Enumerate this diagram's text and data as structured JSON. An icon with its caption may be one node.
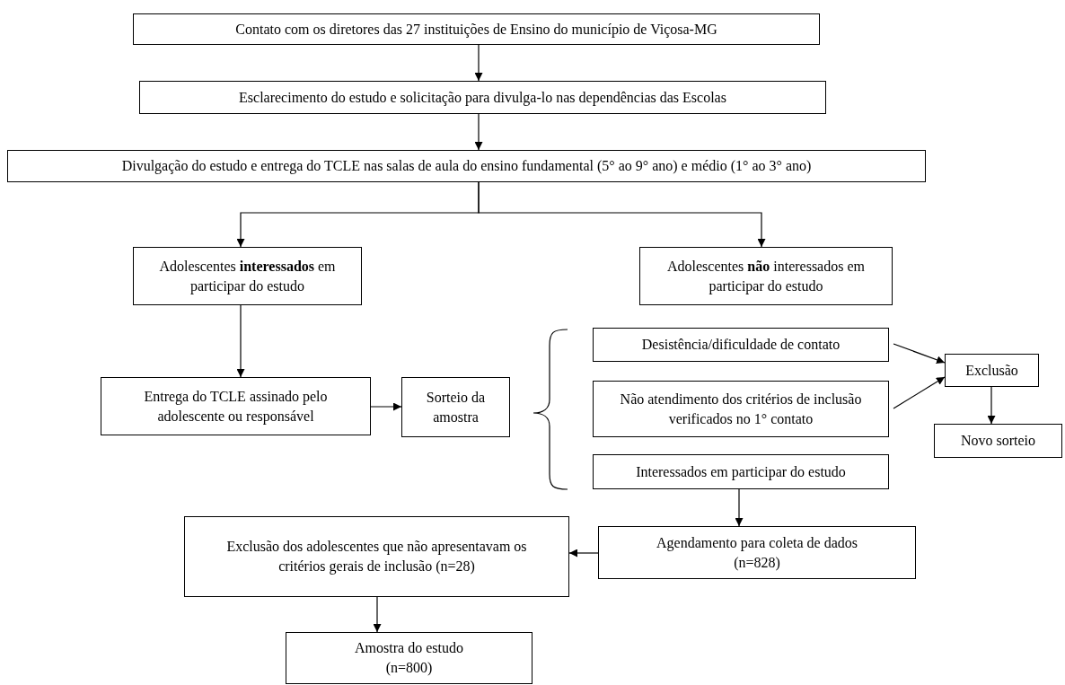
{
  "diagram": {
    "nodes": [
      {
        "text": [
          "Contato com os diretores das 27 instituições de Ensino do município de Viçosa-MG"
        ]
      },
      {
        "text": [
          "Esclarecimento do estudo e solicitação para divulga-lo nas dependências das Escolas"
        ]
      },
      {
        "text": [
          "Divulgação do estudo e entrega do TCLE nas salas de aula do ensino fundamental (5° ao 9° ano) e médio (1° ao 3° ano)"
        ]
      },
      {
        "text": [
          "Adolescentes **interessados** em participar do estudo"
        ]
      },
      {
        "text": [
          "Adolescentes **não** interessados em participar do estudo"
        ]
      },
      {
        "text": [
          "Entrega do TCLE assinado pelo adolescente ou responsável"
        ]
      },
      {
        "text": [
          "Sorteio da amostra"
        ]
      },
      {
        "text": [
          "Desistência/dificuldade de contato"
        ]
      },
      {
        "text": [
          "Não atendimento dos critérios de inclusão verificados no 1° contato"
        ]
      },
      {
        "text": [
          "Interessados em participar do estudo"
        ]
      },
      {
        "text": [
          "Exclusão"
        ]
      },
      {
        "text": [
          "Novo sorteio"
        ]
      },
      {
        "text": [
          "Agendamento para coleta de dados (n=828)"
        ]
      },
      {
        "text": [
          "Exclusão dos adolescentes que não apresentavam os critérios gerais de inclusão (n=28)"
        ]
      },
      {
        "text": [
          "Amostra do estudo (n=800)"
        ]
      }
    ],
    "edges": [
      {
        "from": 0,
        "to": 1,
        "arrow": "to"
      },
      {
        "from": 1,
        "to": 2,
        "arrow": "to"
      },
      {
        "from": 2,
        "to": 3,
        "arrow": "to"
      },
      {
        "from": 2,
        "to": 4,
        "arrow": "to"
      },
      {
        "from": 3,
        "to": 5,
        "arrow": "to"
      },
      {
        "from": 5,
        "to": 6,
        "arrow": "to"
      },
      {
        "from": 7,
        "to": 10,
        "arrow": "to"
      },
      {
        "from": 8,
        "to": 10,
        "arrow": "to"
      },
      {
        "from": 10,
        "to": 11,
        "arrow": "to"
      },
      {
        "from": 9,
        "to": 12,
        "arrow": "to"
      },
      {
        "from": 12,
        "to": 13,
        "arrow": "to"
      },
      {
        "from": 13,
        "to": 14,
        "arrow": "to"
      }
    ]
  }
}
